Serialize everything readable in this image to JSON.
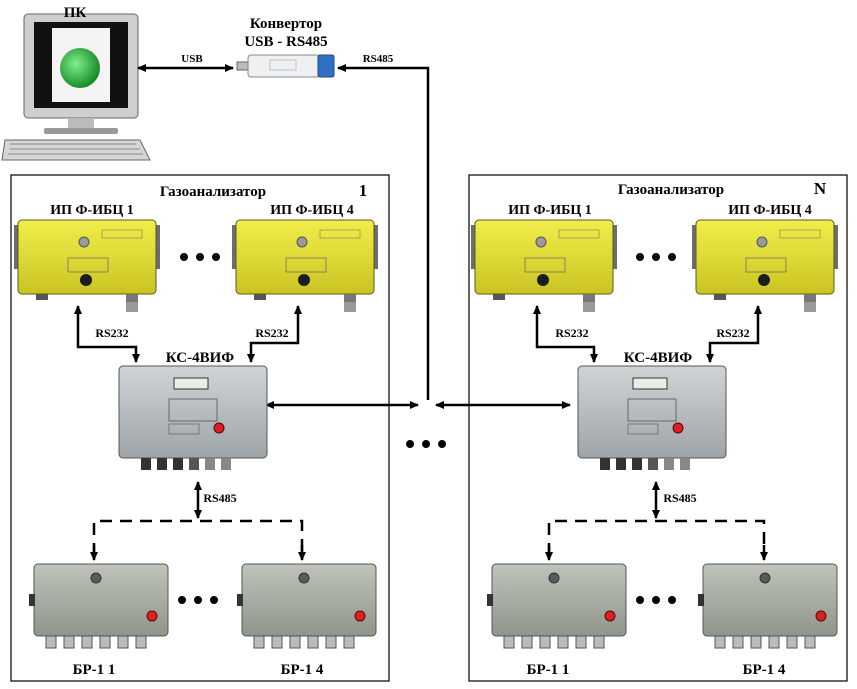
{
  "pc": {
    "label": "ПК"
  },
  "converter": {
    "line1": "Конвертор",
    "line2": "USB - RS485"
  },
  "links": {
    "usb": "USB",
    "rs485_top": "RS485",
    "rs232": "RS232",
    "rs485_bus": "RS485"
  },
  "analyzers": [
    {
      "title": "Газоанализатор",
      "number": "1",
      "sensor_left": "ИП Ф-ИБЦ 1",
      "sensor_right": "ИП Ф-ИБЦ 4",
      "controller": "КС-4ВИФ",
      "relay_left": "БР-1 1",
      "relay_right": "БР-1 4"
    },
    {
      "title": "Газоанализатор",
      "number": "N",
      "sensor_left": "ИП Ф-ИБЦ 1",
      "sensor_right": "ИП Ф-ИБЦ 4",
      "controller": "КС-4ВИФ",
      "relay_left": "БР-1 1",
      "relay_right": "БР-1 4"
    }
  ],
  "colors": {
    "sensor_body": "#e4e033",
    "controller_body": "#b9bfc3",
    "relay_body": "#aab0a6",
    "pc_screen_glow": "#2bb33a"
  }
}
